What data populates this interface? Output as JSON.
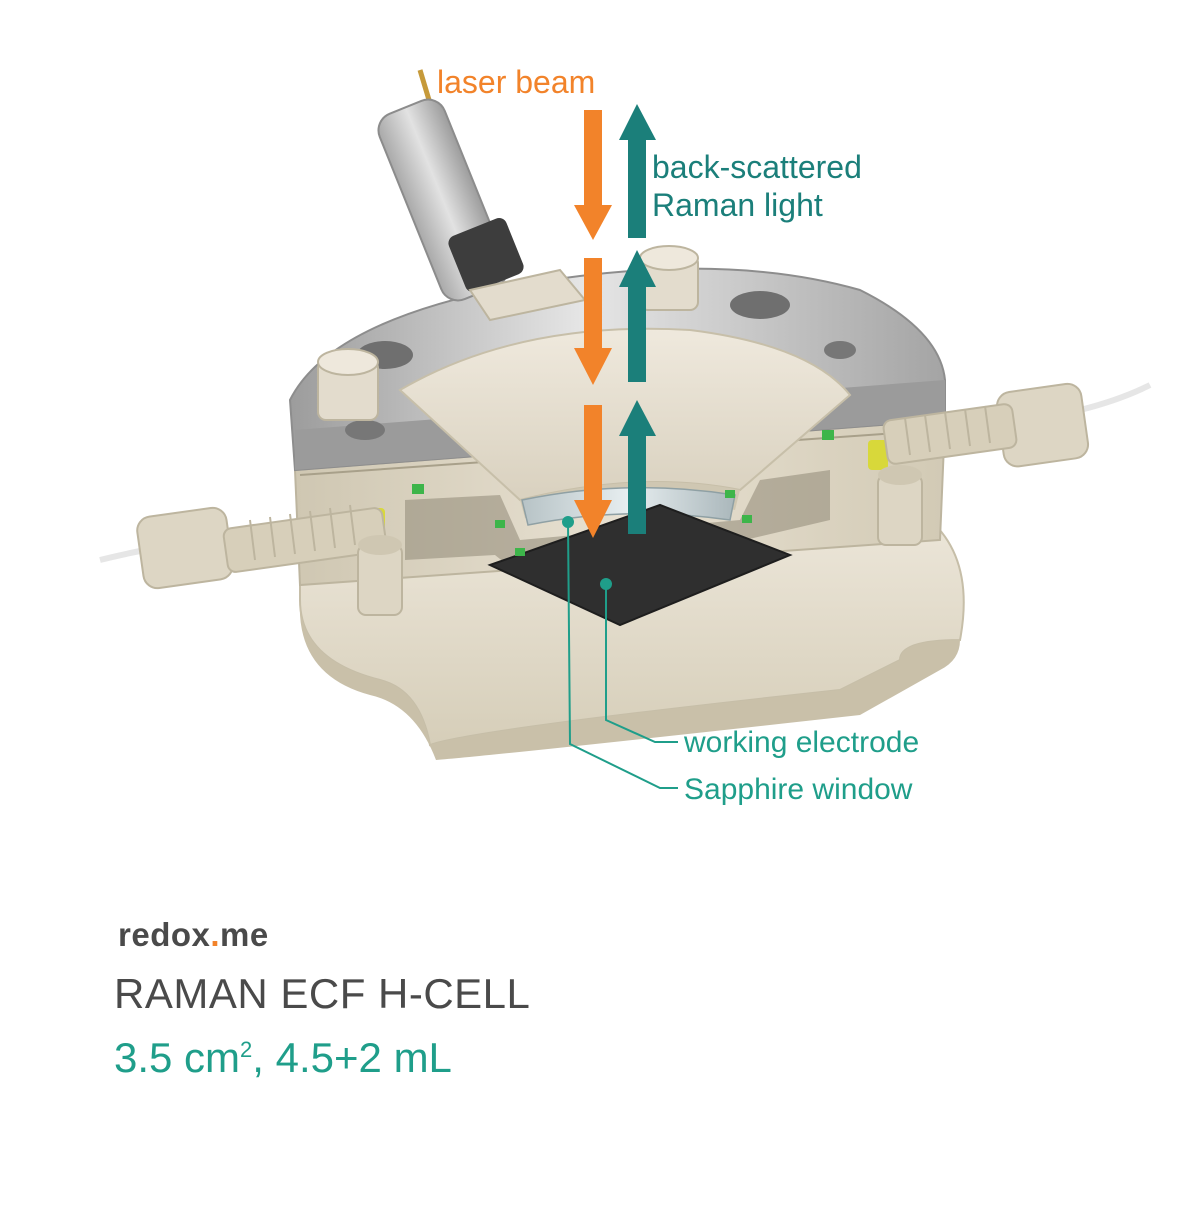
{
  "labels": {
    "laser_beam": "laser beam",
    "backscatter_line1": "back-scattered",
    "backscatter_line2": "Raman light",
    "working_electrode": "working electrode",
    "sapphire_window": "Sapphire window"
  },
  "footer": {
    "brand_part1": "redox",
    "brand_dot": ".",
    "brand_part2": "me",
    "product_name": "RAMAN ECF H-CELL",
    "spec_area_value": "3.5 cm",
    "spec_area_exponent": "2",
    "spec_volume": ", 4.5+2 mL"
  },
  "colors": {
    "laser": "#f2832a",
    "raman": "#1b7f7a",
    "callout": "#1f9e8a",
    "body": "#e3dccd",
    "metal": "#b9b9b9",
    "electrode": "#2e2e2e",
    "seal": "#3db54a",
    "text": "#4a4a4a"
  }
}
